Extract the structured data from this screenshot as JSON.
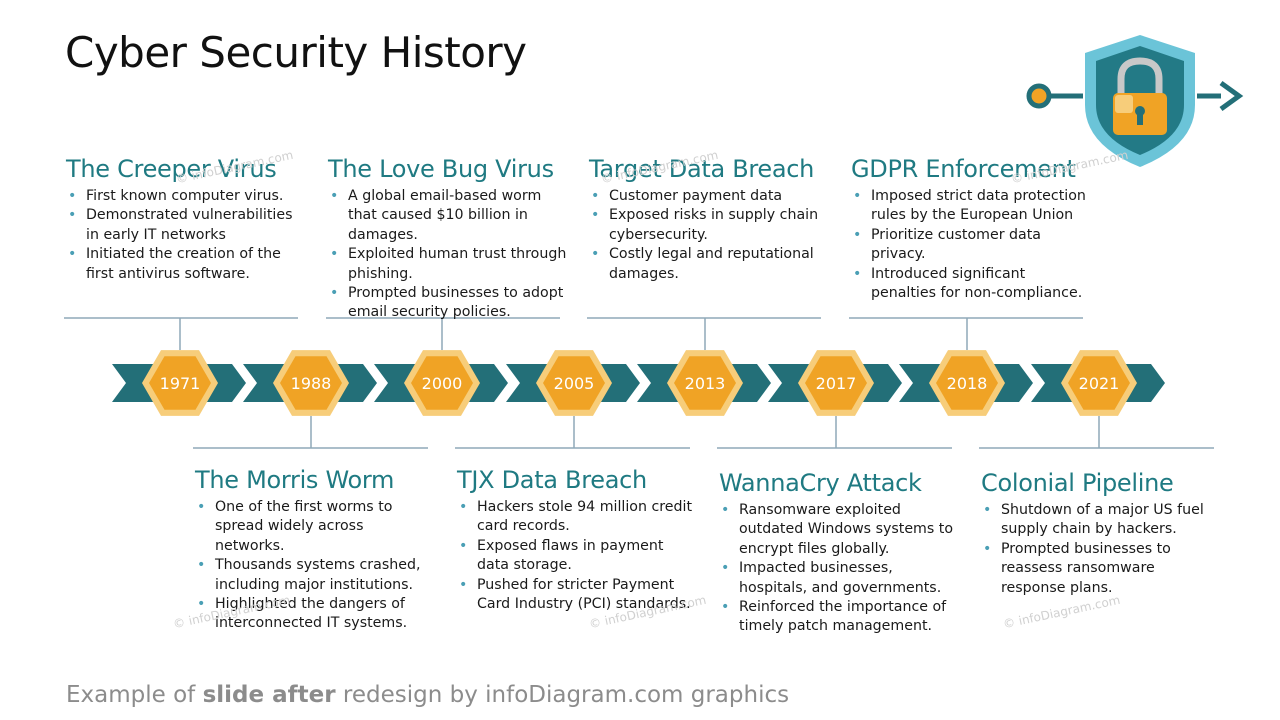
{
  "title": "Cyber Security History",
  "footer": {
    "prefix": "Example of ",
    "bold": "slide after",
    "suffix": " redesign by infoDiagram.com graphics"
  },
  "watermark": "© infoDiagram.com",
  "colors": {
    "teal": "#1f7a82",
    "teal_dark": "#236f78",
    "orange": "#f0a325",
    "orange_light": "#f7cd7a",
    "shield_outer": "#6bc4d8",
    "shield_inner": "#237a86",
    "line": "#8fa8b8"
  },
  "icon": "shield-lock-icon",
  "years": [
    "1971",
    "1988",
    "2000",
    "2005",
    "2013",
    "2017",
    "2018",
    "2021"
  ],
  "events": [
    {
      "title": "The Creeper Virus",
      "bullets": [
        "First known computer virus.",
        "Demonstrated vulnerabilities in early IT networks",
        "Initiated the creation of the first antivirus software."
      ]
    },
    {
      "title": "The Morris Worm",
      "bullets": [
        "One of the first worms to spread widely across networks.",
        "Thousands systems crashed, including major institutions.",
        "Highlighted the dangers of interconnected IT systems."
      ]
    },
    {
      "title": "The Love Bug Virus",
      "bullets": [
        "A global email-based worm that caused $10 billion in damages.",
        "Exploited human trust through phishing.",
        "Prompted businesses to adopt email security policies."
      ]
    },
    {
      "title": "TJX Data Breach",
      "bullets": [
        "Hackers stole 94 million credit card records.",
        "Exposed flaws in payment data storage.",
        "Pushed for stricter Payment Card Industry (PCI) standards."
      ]
    },
    {
      "title": "Target Data Breach",
      "bullets": [
        "Customer payment data",
        "Exposed risks in supply chain cybersecurity.",
        "Costly legal and reputational damages."
      ]
    },
    {
      "title": "WannaCry Attack",
      "bullets": [
        "Ransomware exploited outdated Windows systems to encrypt files globally.",
        "Impacted businesses, hospitals, and governments.",
        "Reinforced the importance of timely patch management."
      ]
    },
    {
      "title": "GDPR Enforcement",
      "bullets": [
        "Imposed strict data protection rules by the European Union",
        "Prioritize customer data privacy.",
        "Introduced significant penalties for non-compliance."
      ]
    },
    {
      "title": "Colonial Pipeline",
      "bullets": [
        "Shutdown of a major US fuel supply chain by hackers.",
        "Prompted businesses to reassess ransomware response plans."
      ]
    }
  ]
}
